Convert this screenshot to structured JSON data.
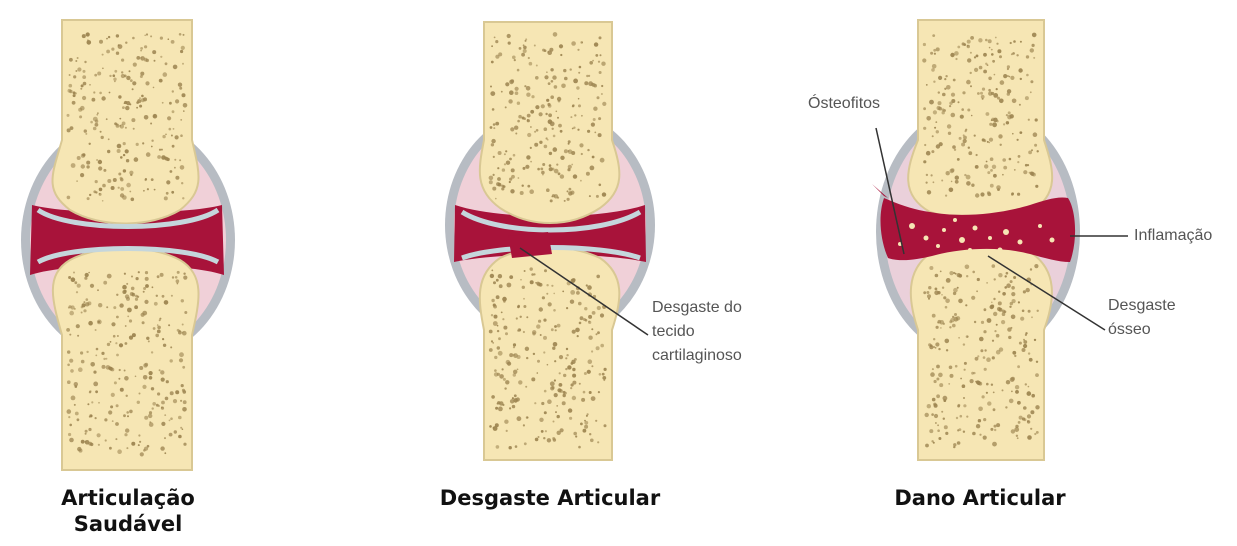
{
  "panels": [
    {
      "id": "healthy",
      "title_line1": "Articulação",
      "title_line2": "Saudável"
    },
    {
      "id": "wear",
      "title": "Desgaste Articular",
      "annotation": {
        "line1": "Desgaste do",
        "line2": "tecido",
        "line3": "cartilaginoso"
      }
    },
    {
      "id": "damage",
      "title": "Dano Articular",
      "annotations": {
        "osteophytes": "Ósteofitos",
        "inflammation": "Inflamação",
        "bone_wear_line1": "Desgaste",
        "bone_wear_line2": "ósseo"
      }
    }
  ],
  "colors": {
    "bone": "#f6e6b4",
    "bone_outline": "#d9c894",
    "pores": "#9c8450",
    "capsule": "#b7bcc3",
    "synovial": "#f0d0d8",
    "fluid": "#a8133a",
    "cartilage": "#c5d6dc",
    "label": "#555555"
  }
}
